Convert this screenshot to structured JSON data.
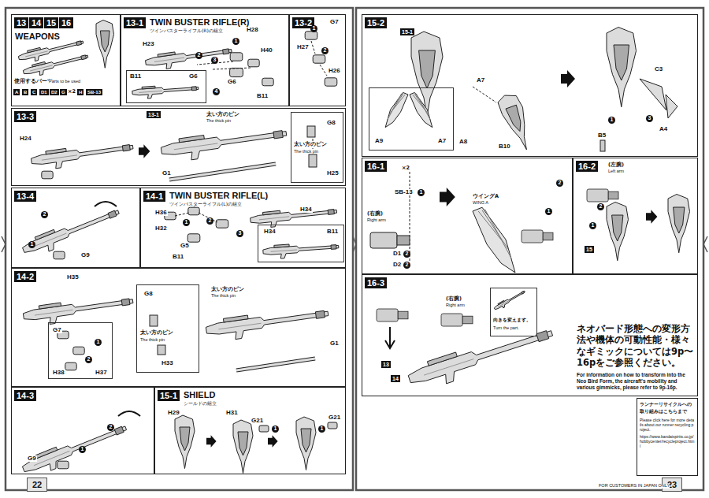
{
  "diagram": {
    "nodes": [
      {
        "text": [
          "13",
          "14",
          "15",
          "16",
          "WEAPONS"
        ]
      },
      {
        "text": [
          "13-1",
          "TWIN BUSTER RIFLE(R)",
          "ツインバスターライフル(R)の組立"
        ]
      },
      {
        "text": [
          "B11",
          "G6"
        ],
        "in": 1
      },
      {
        "text": [
          "13-2"
        ]
      },
      {
        "text": [
          "13-3"
        ]
      },
      {
        "text": [
          "G8",
          "太い方のピン",
          "The thick pin",
          "H25"
        ],
        "in": 4
      },
      {
        "text": [
          "13-4"
        ]
      },
      {
        "text": [
          "14-1",
          "TWIN BUSTER RIFLE(L)",
          "ツインバスターライフル(L)の組立"
        ]
      },
      {
        "text": [
          "H34",
          "B11"
        ],
        "in": 7
      },
      {
        "text": [
          "14-2"
        ]
      },
      {
        "text": [
          "G7",
          "H38",
          "H37"
        ],
        "in": 9
      },
      {
        "text": [
          "G8",
          "太い方のピン",
          "The thick pin",
          "H33"
        ],
        "in": 9
      },
      {
        "text": [
          "14-3"
        ]
      },
      {
        "text": [
          "15-1",
          "SHIELD",
          "シールドの組立"
        ]
      },
      {
        "text": [
          "15-2"
        ]
      },
      {
        "text": [
          "A9",
          "A7"
        ],
        "in": 14
      },
      {
        "text": [
          "16-1"
        ]
      },
      {
        "text": [
          "16-2"
        ]
      },
      {
        "text": [
          "16-3"
        ]
      },
      {
        "text": [
          "向きを変えます。",
          "Turn the part."
        ],
        "in": 18
      },
      {
        "text": [
          "ランナーリサイクルへの取り組みはこちらまで",
          "Please click here for more details about our runner recycling project.",
          "https://www.bandaispirits.co.jp/hobbycenter/recycleproject.html"
        ]
      },
      {
        "text": [
          "22"
        ]
      },
      {
        "text": [
          "23"
        ]
      }
    ],
    "labels": [
      "使用するパーツ",
      "Parts to be used",
      "A",
      "B",
      "C",
      "D1",
      "D2",
      "G",
      "×2",
      "H",
      "SB-13",
      "H28",
      "1",
      "H40",
      "H23",
      "2",
      "3",
      "G6",
      "4",
      "B11",
      "G7",
      "1",
      "H27",
      "2",
      "H26",
      "H24",
      "13-1",
      "太い方のピン",
      "The thick pin",
      "G1",
      "2",
      "1",
      "G9",
      "H36",
      "H32",
      "1",
      "2",
      "3",
      "H34",
      "G5",
      "B11",
      "H35",
      "太い方のピン",
      "The thick pin",
      "G1",
      "1",
      "2",
      "2",
      "1",
      "G9",
      "H29",
      "H31",
      "G21",
      "1",
      "G21",
      "1",
      "15-1",
      "A7",
      "A8",
      "B10",
      "C3",
      "B5",
      "A4",
      "1",
      "3",
      "×2",
      "SB-13",
      "1",
      "(右腕)",
      "Right arm",
      "D1",
      "2",
      "D2",
      "2",
      "ウイングA",
      "WING A",
      "1",
      "2",
      "(左腕)",
      "Left arm",
      "2",
      "1",
      "15",
      "(右腕)",
      "Right arm",
      "13",
      "14",
      "ネオバード形態への変形方法や機体の可動性能・様々なギミックについては9p〜16pをご参照ください。",
      "For information on how to transform into the Neo Bird Form, the aircraft's mobility and various gimmicks, please refer to 9p-16p.",
      "FOR CUSTOMERS IN JAPAN ONLY"
    ]
  }
}
